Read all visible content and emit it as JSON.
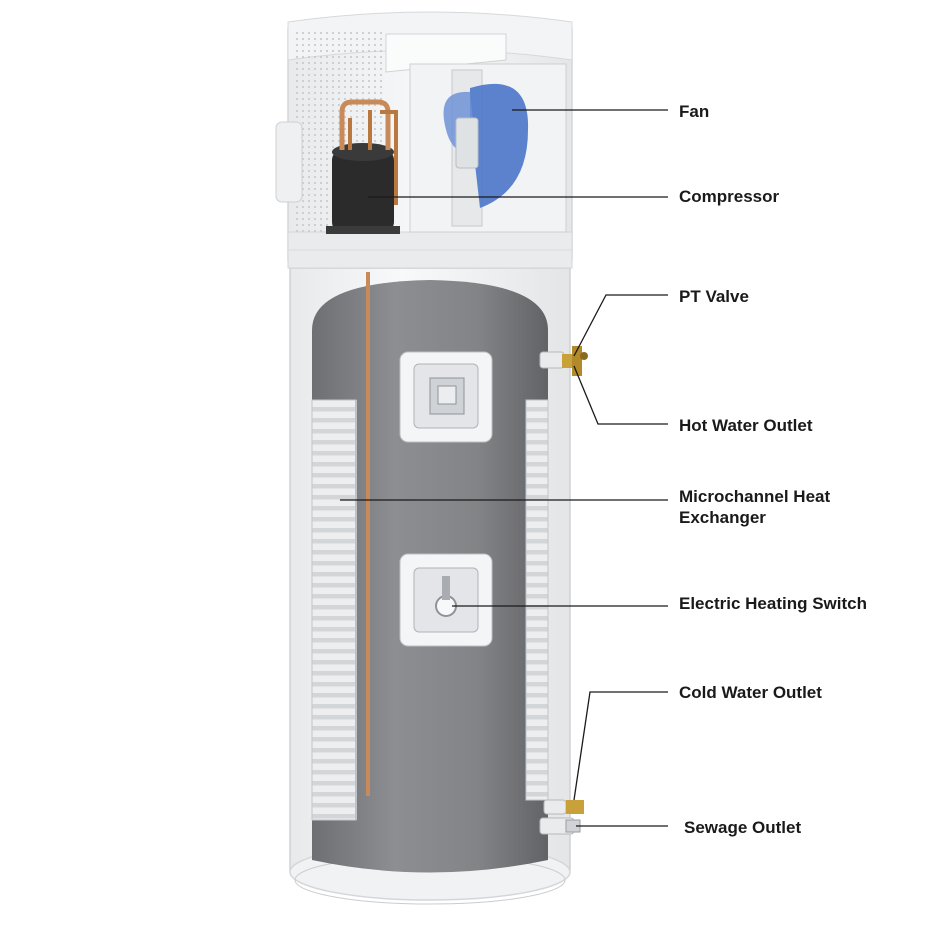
{
  "diagram": {
    "labels": {
      "fan": "Fan",
      "compressor": "Compressor",
      "pt_valve": "PT Valve",
      "hot_water_outlet": "Hot Water Outlet",
      "microchannel_line1": "Microchannel Heat",
      "microchannel_line2": "Exchanger",
      "electric_heating_switch": "Electric Heating Switch",
      "cold_water_outlet": "Cold Water Outlet",
      "sewage_outlet": "Sewage Outlet"
    },
    "colors": {
      "tank_body": "#7f8083",
      "outer_shell": "#f4f5f6",
      "coil_fin": "#d9dbde",
      "copper_pipe": "#c98a5a",
      "brass_fitting": "#c9a13a",
      "fan_blade": "#4f78c9",
      "compressor": "#2b2b2b",
      "leader_line": "#1a1a1a"
    }
  }
}
